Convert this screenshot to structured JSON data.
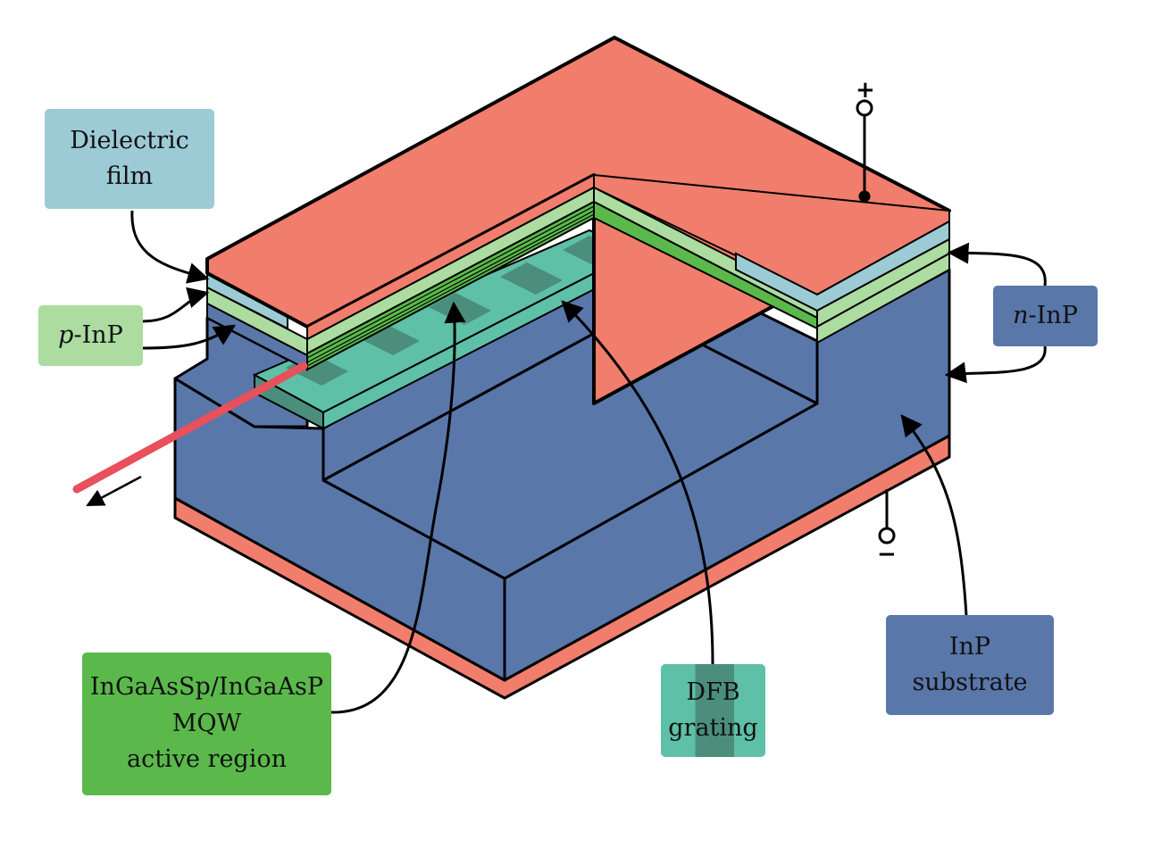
{
  "labels": {
    "dielectric": [
      "Dielectric",
      "film"
    ],
    "p_inp": {
      "prefix": "p",
      "suffix": "-InP"
    },
    "n_inp": {
      "prefix": "n",
      "suffix": "-InP"
    },
    "substrate": [
      "InP",
      "substrate"
    ],
    "mqw": [
      "InGaAsSp/InGaAsP",
      "MQW",
      "active region"
    ],
    "dfb": [
      "DFB",
      "grating"
    ]
  },
  "terminals": {
    "positive": "+",
    "negative": "−"
  },
  "colors": {
    "contact": "#f17d6c",
    "substrate": "#5a77aa",
    "dielectric": "#9ccbd6",
    "p_inp": "#acdca0",
    "mqw": "#5bb94c",
    "grating_light": "#5ec0a6",
    "grating_dark": "#4b8e7c",
    "laser_beam": "#e8505b"
  }
}
